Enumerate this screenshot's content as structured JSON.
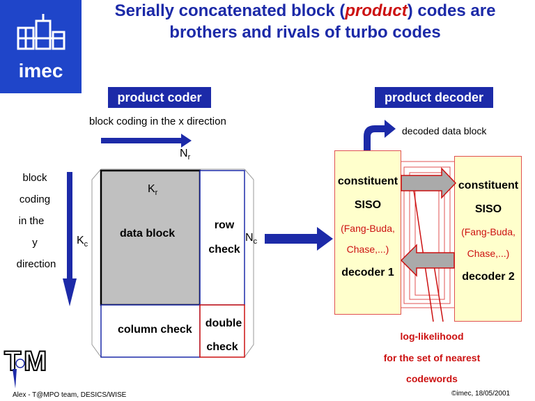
{
  "title": {
    "part1": "Serially concatenated block (",
    "highlight": "product",
    "part2": ") codes are",
    "line2": "brothers and rivals of turbo codes"
  },
  "logo": {
    "text": "imec",
    "icon": "imec-building-logo-icon"
  },
  "coder": {
    "header": "product coder",
    "x_direction": "block coding in the x direction",
    "y_direction": [
      "block",
      "coding",
      "in the",
      "y",
      "direction"
    ],
    "n_r": "N",
    "n_r_sub": "r",
    "k_r": "K",
    "k_r_sub": "r",
    "k_c": "K",
    "k_c_sub": "c",
    "n_c": "N",
    "n_c_sub": "c",
    "data_block": "data block",
    "row_check": [
      "row",
      "check"
    ],
    "column_check": "column check",
    "double_check": [
      "double",
      "check"
    ]
  },
  "decoder": {
    "header": "product decoder",
    "decoded": "decoded data block",
    "decoder1": [
      "constituent",
      "SISO",
      "(Fang-Buda,",
      "Chase,...)",
      "decoder 1"
    ],
    "decoder2": [
      "constituent",
      "SISO",
      "(Fang-Buda,",
      "Chase,...)",
      "decoder 2"
    ],
    "loglik": [
      "log-likelihood",
      "for the set of nearest",
      "codewords"
    ]
  },
  "footer": {
    "left": "Alex - T@MPO team, DESICS/WISE",
    "right": "©imec, 18/05/2001",
    "tmpo_logo": "tmpo-logo-icon"
  },
  "colors": {
    "title": "#1c2aa8",
    "accent": "#cc1111",
    "logo": "#1f45c9",
    "decoder_fill": "#ffffcc"
  }
}
